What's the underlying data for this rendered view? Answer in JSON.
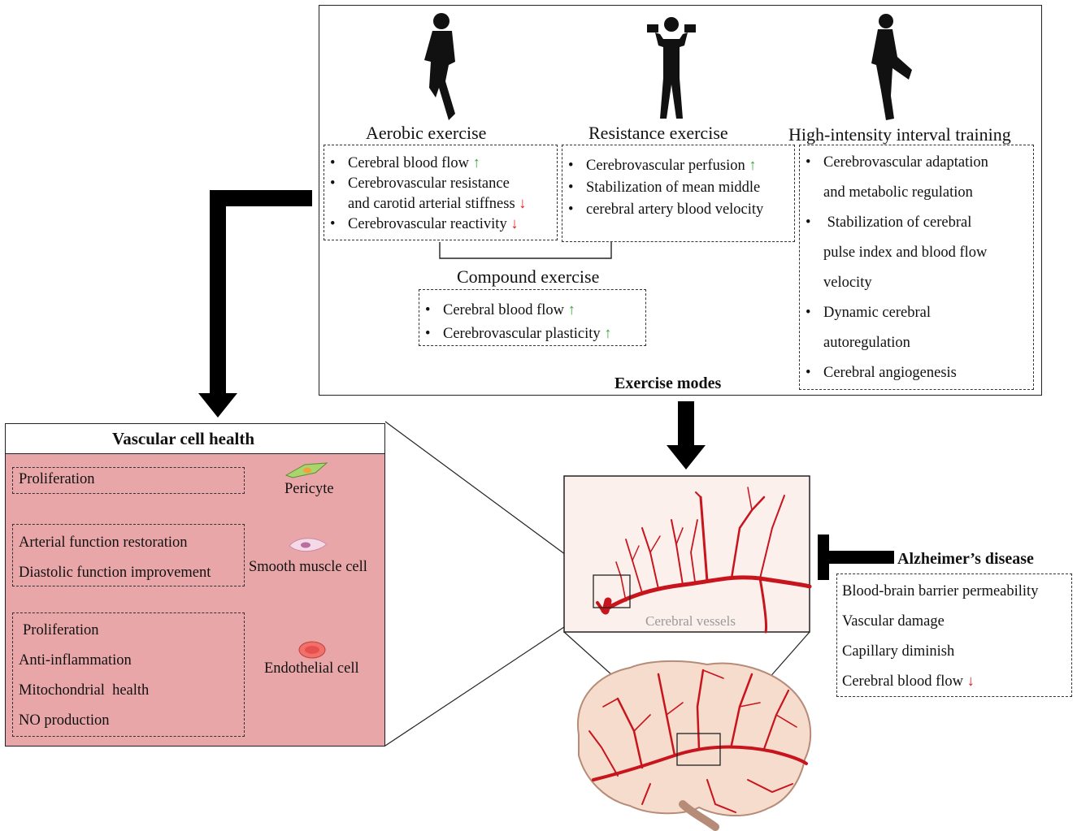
{
  "exercise_modes": {
    "label": "Exercise modes",
    "aerobic": {
      "title": "Aerobic exercise",
      "items": [
        {
          "text": "Cerebral blood flow",
          "arrow": "↑",
          "dir": "up"
        },
        {
          "text": "Cerebrovascular resistance",
          "arrow": "",
          "dir": ""
        },
        {
          "text": "and carotid arterial stiffness",
          "arrow": "↓",
          "dir": "down"
        },
        {
          "text": "Cerebrovascular reactivity",
          "arrow": "↓",
          "dir": "down"
        }
      ]
    },
    "resistance": {
      "title": "Resistance exercise",
      "items": [
        {
          "text": "Cerebrovascular perfusion",
          "arrow": "↑",
          "dir": "up"
        },
        {
          "text": "Stabilization of mean middle",
          "arrow": "",
          "dir": ""
        },
        {
          "text": "cerebral artery blood velocity",
          "arrow": "",
          "dir": ""
        }
      ]
    },
    "hiit": {
      "title": "High-intensity interval training",
      "lines": [
        "Cerebrovascular adaptation",
        "and metabolic regulation",
        " Stabilization of cerebral",
        "pulse index and blood flow",
        "velocity",
        "Dynamic cerebral",
        "autoregulation",
        "Cerebral angiogenesis"
      ]
    },
    "compound": {
      "title": "Compound exercise",
      "items": [
        {
          "text": "Cerebral blood flow",
          "arrow": "↑",
          "dir": "up"
        },
        {
          "text": "Cerebrovascular plasticity",
          "arrow": "↑",
          "dir": "up"
        }
      ]
    }
  },
  "vascular": {
    "title": "Vascular cell health",
    "pericyte": {
      "label": "Pericyte",
      "items": [
        "Proliferation"
      ]
    },
    "smooth": {
      "label": "Smooth muscle cell",
      "items": [
        "Arterial function restoration",
        "Diastolic function improvement"
      ]
    },
    "endothelial": {
      "label": "Endothelial cell",
      "items": [
        "Proliferation",
        "Anti-inflammation",
        "Mitochondrial  health",
        "NO production"
      ]
    }
  },
  "vessels": {
    "label": "Cerebral vessels"
  },
  "alzheimers": {
    "title": "Alzheimer’s disease",
    "items": [
      {
        "text": "Blood-brain barrier permeability",
        "arrow": ""
      },
      {
        "text": "Vascular damage",
        "arrow": ""
      },
      {
        "text": "Capillary diminish",
        "arrow": ""
      },
      {
        "text": "Cerebral blood flow",
        "arrow": "↓"
      }
    ]
  },
  "colors": {
    "up_arrow": "#3aa83a",
    "down_arrow": "#e02020",
    "vascular_panel": "#e9a6a8",
    "vessel_red": "#c8141c",
    "vessel_panel_bg": "#fcf0ec",
    "brain_fill": "#f6dccc"
  }
}
